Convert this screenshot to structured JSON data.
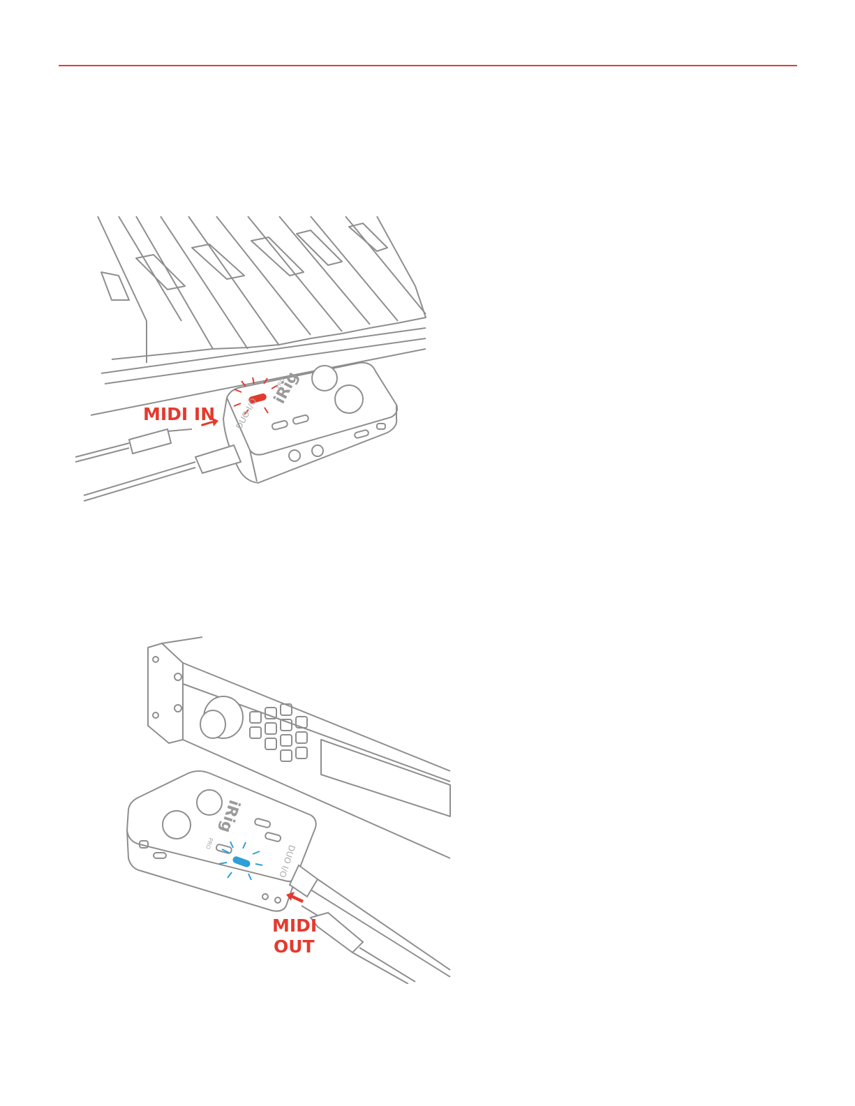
{
  "colors": {
    "accent": "#e43a2e",
    "led_in": "#e43a2e",
    "led_out": "#2e9fd8",
    "outline": "#8e8e8e"
  },
  "figure_in": {
    "label": "MIDI IN",
    "brand": "iRig",
    "brand_suffix": "PRO",
    "model": "DUO I/O"
  },
  "figure_out": {
    "label_line1": "MIDI",
    "label_line2": "OUT",
    "brand": "iRig",
    "brand_suffix": "PRO",
    "model": "DUO I/O"
  }
}
